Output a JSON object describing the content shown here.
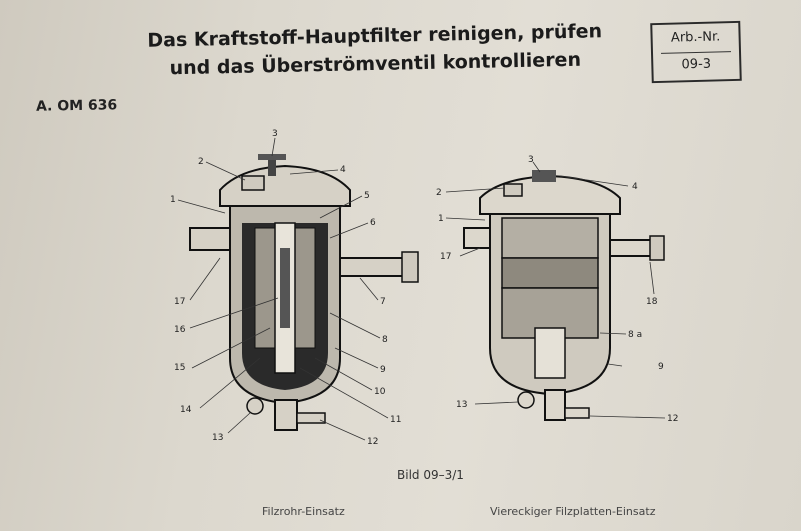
{
  "title": {
    "line1": "Das Kraftstoff-Hauptfilter reinigen, prüfen",
    "line2": "und das Überströmventil kontrollieren"
  },
  "arbnr": {
    "label": "Arb.-Nr.",
    "number": "09-3"
  },
  "section": "A. OM 636",
  "left_labels": [
    "1",
    "2",
    "3",
    "4",
    "5",
    "6",
    "7",
    "8",
    "9",
    "10",
    "11",
    "12",
    "13",
    "14",
    "15",
    "16",
    "17"
  ],
  "right_labels": [
    "1",
    "2",
    "3",
    "4",
    "8 a",
    "9",
    "12",
    "13",
    "17",
    "18"
  ],
  "caption": "Bild 09–3/1",
  "subcaption_left": "Filzrohr-Einsatz",
  "subcaption_right": "Viereckiger Filzplatten-Einsatz"
}
